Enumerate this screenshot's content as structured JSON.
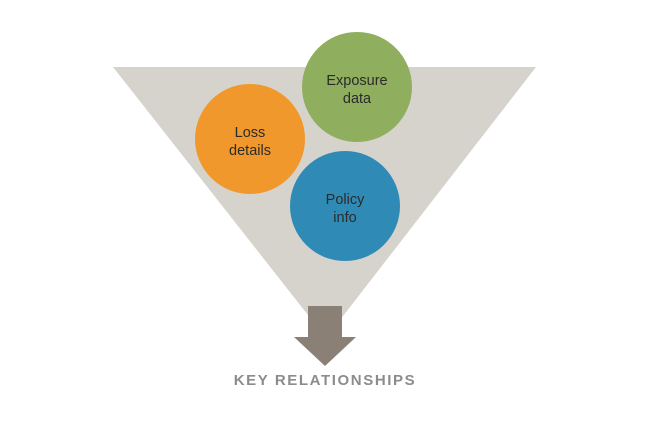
{
  "diagram": {
    "caption": "KEY RELATIONSHIPS",
    "colors": {
      "funnel": "#d6d3cd",
      "arrow": "#8b8075",
      "caption": "#8c8c8c"
    },
    "circles": [
      {
        "id": "exposure",
        "lines": [
          "Exposure",
          "data"
        ],
        "color": "#8fae5e"
      },
      {
        "id": "loss",
        "lines": [
          "Loss",
          "details"
        ],
        "color": "#f0982b"
      },
      {
        "id": "policy",
        "lines": [
          "Policy",
          "info"
        ],
        "color": "#2f8bb5"
      }
    ]
  }
}
